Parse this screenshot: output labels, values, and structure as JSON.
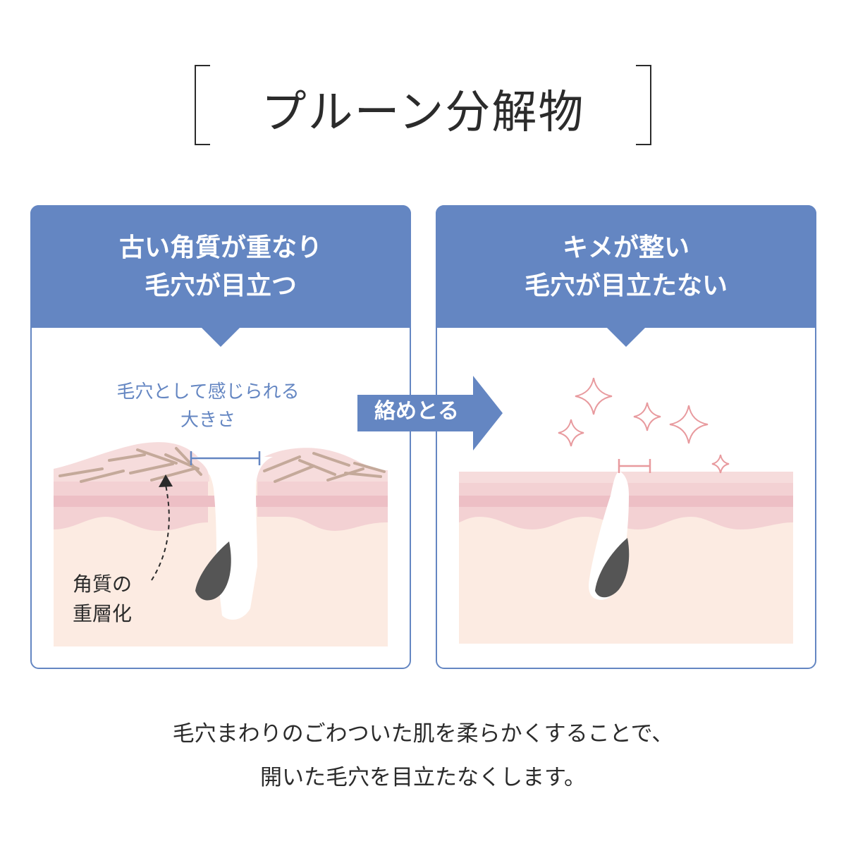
{
  "title": "プルーン分解物",
  "left_panel": {
    "header_line1": "古い角質が重なり",
    "header_line2": "毛穴が目立つ",
    "pore_label_line1": "毛穴として感じられる",
    "pore_label_line2": "大きさ",
    "layer_label_line1": "角質の",
    "layer_label_line2": "重層化"
  },
  "right_panel": {
    "header_line1": "キメが整い",
    "header_line2": "毛穴が目立たない"
  },
  "arrow_label": "絡めとる",
  "caption_line1": "毛穴まわりのごわついた肌を柔らかくすることで、",
  "caption_line2": "開いた毛穴を目立たなくします。",
  "colors": {
    "accent_blue": "#6486c2",
    "skin_top": "#f6dcdc",
    "skin_band": "#edbfc5",
    "skin_base": "#fcebe2",
    "keratin_lines": "#c4a99a",
    "sparkle": "#e89a9e"
  }
}
